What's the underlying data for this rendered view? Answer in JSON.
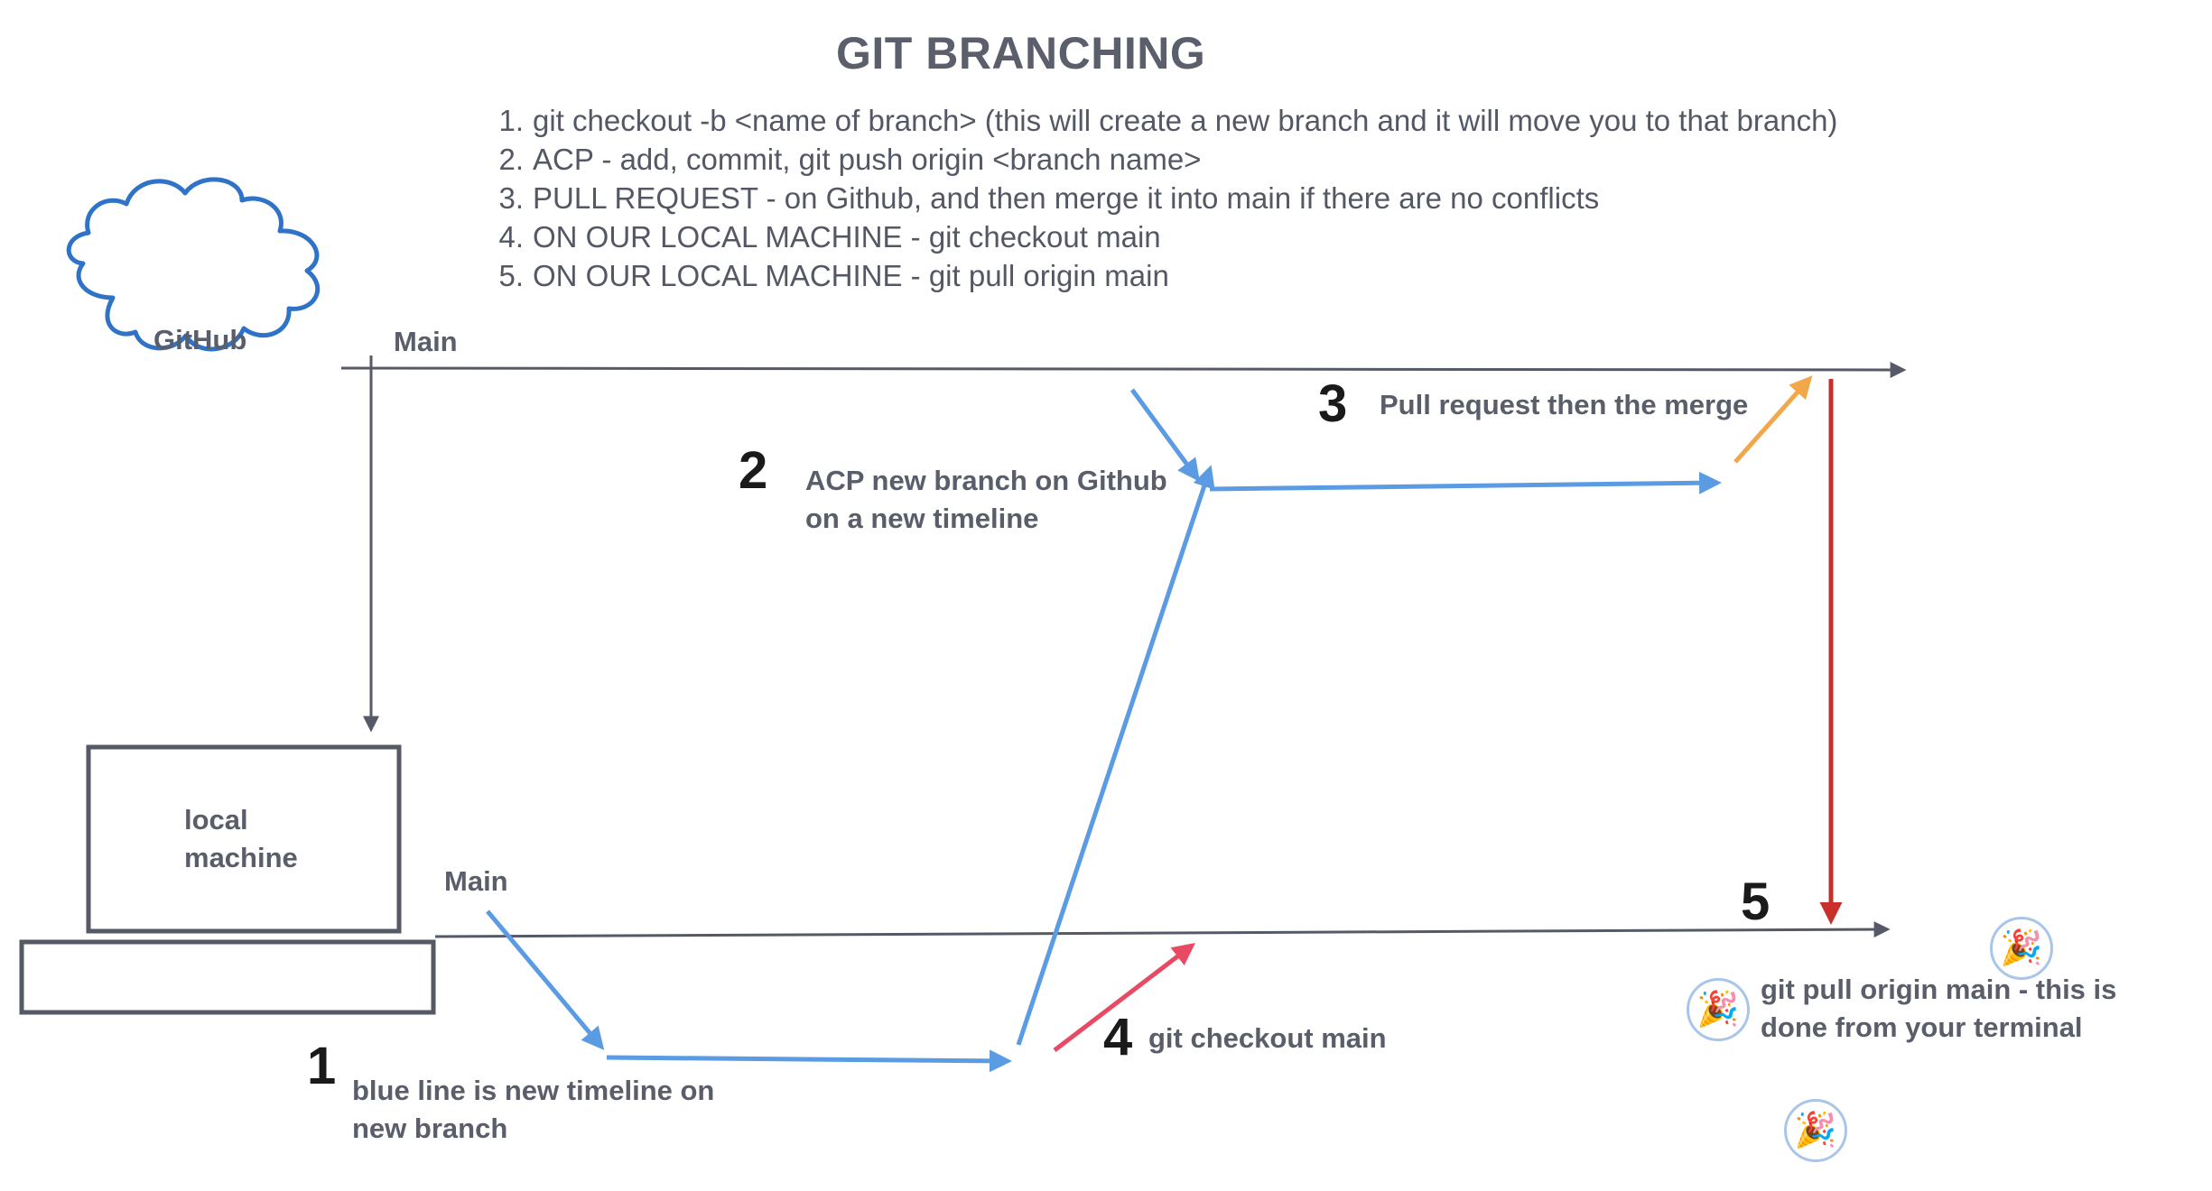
{
  "title": "GIT BRANCHING",
  "steps": [
    {
      "num": "1.",
      "text": "git checkout -b <name of branch> (this will create a new branch and it will move you to that branch)"
    },
    {
      "num": "2.",
      "text": "ACP - add, commit, git push origin <branch name>"
    },
    {
      "num": "3.",
      "text": "PULL REQUEST - on Github, and then merge it into main if there are no conflicts"
    },
    {
      "num": "4.",
      "text": "ON OUR LOCAL MACHINE - git checkout main"
    },
    {
      "num": "5.",
      "text": "ON OUR LOCAL MACHINE - git pull origin main"
    }
  ],
  "cloud_label": "GitHub",
  "main_top_label": "Main",
  "main_bottom_label": "Main",
  "computer_label": [
    "local",
    "machine"
  ],
  "annotations": {
    "n1": "1",
    "t1": [
      "blue line is new timeline on",
      "new branch"
    ],
    "n2": "2",
    "t2": [
      "ACP new branch on Github",
      "on a new timeline"
    ],
    "n3": "3",
    "t3": "Pull request then the merge",
    "n4": "4",
    "t4": "git checkout main",
    "n5": "5",
    "t5": [
      "git pull origin main - this is",
      "done from your terminal"
    ]
  },
  "emoji": "🎉",
  "colors": {
    "gray_line": "#555a66",
    "blue": "#5b9be3",
    "orange": "#f2a74a",
    "red": "#c9302c",
    "pink": "#e84a63",
    "cloud": "#2f73c9"
  }
}
